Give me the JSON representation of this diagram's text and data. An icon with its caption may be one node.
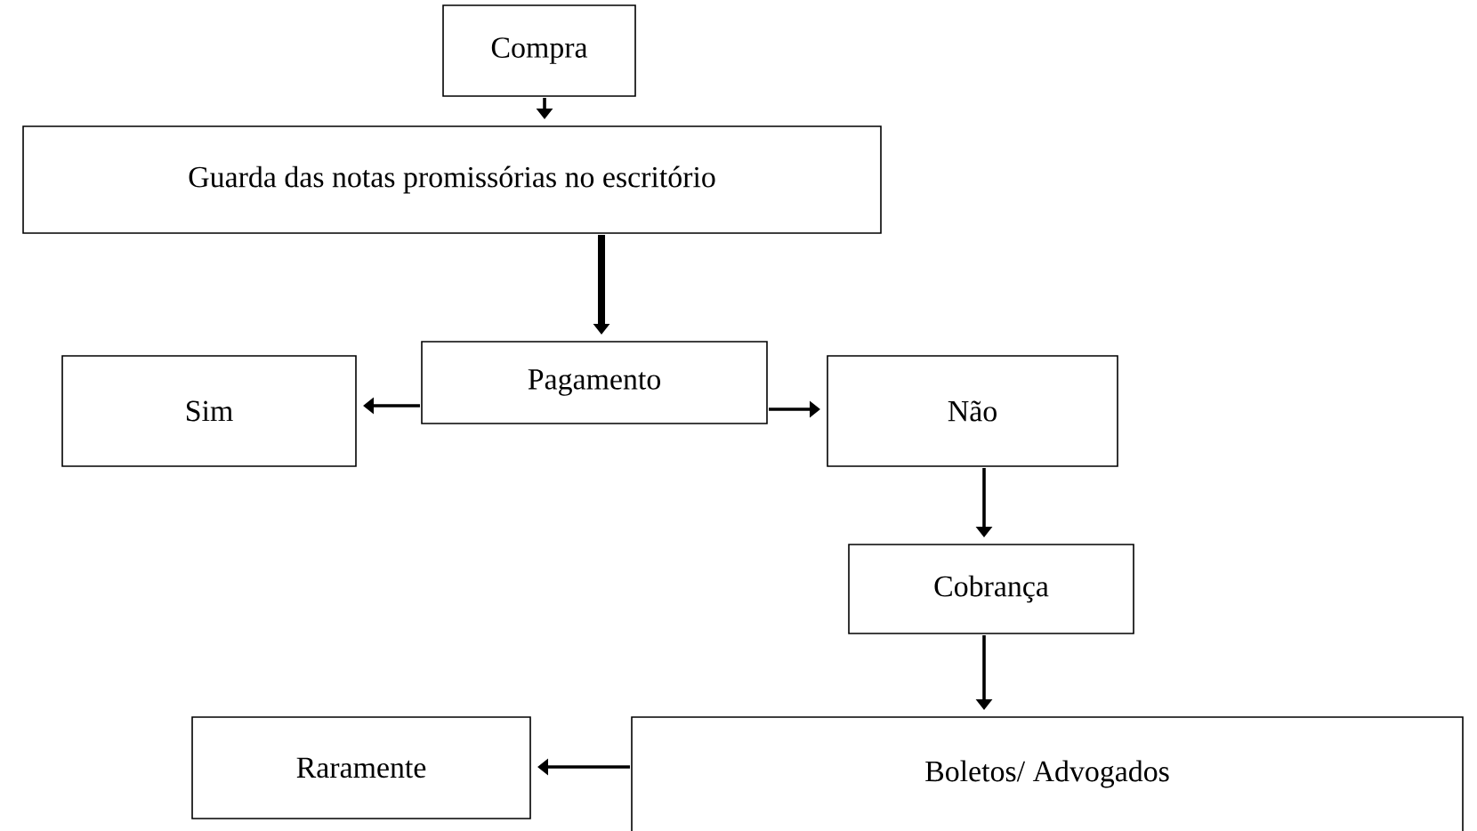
{
  "diagram": {
    "nodes": [
      {
        "text": [
          "Compra"
        ]
      },
      {
        "text": [
          "Guarda das notas promissórias no escritório"
        ]
      },
      {
        "text": [
          "Pagamento"
        ]
      },
      {
        "text": [
          "Sim"
        ]
      },
      {
        "text": [
          "Não"
        ]
      },
      {
        "text": [
          "Cobrança"
        ]
      },
      {
        "text": [
          "Boletos/ Advogados"
        ]
      },
      {
        "text": [
          "Raramente"
        ]
      }
    ],
    "edges": [
      {
        "from": 0,
        "to": 1,
        "arrow": "to"
      },
      {
        "from": 1,
        "to": 2,
        "arrow": "to",
        "style": "thick"
      },
      {
        "from": 2,
        "to": 3,
        "arrow": "to"
      },
      {
        "from": 2,
        "to": 4,
        "arrow": "to"
      },
      {
        "from": 4,
        "to": 5,
        "arrow": "to"
      },
      {
        "from": 5,
        "to": 6,
        "arrow": "to"
      },
      {
        "from": 6,
        "to": 7,
        "arrow": "to"
      }
    ]
  }
}
